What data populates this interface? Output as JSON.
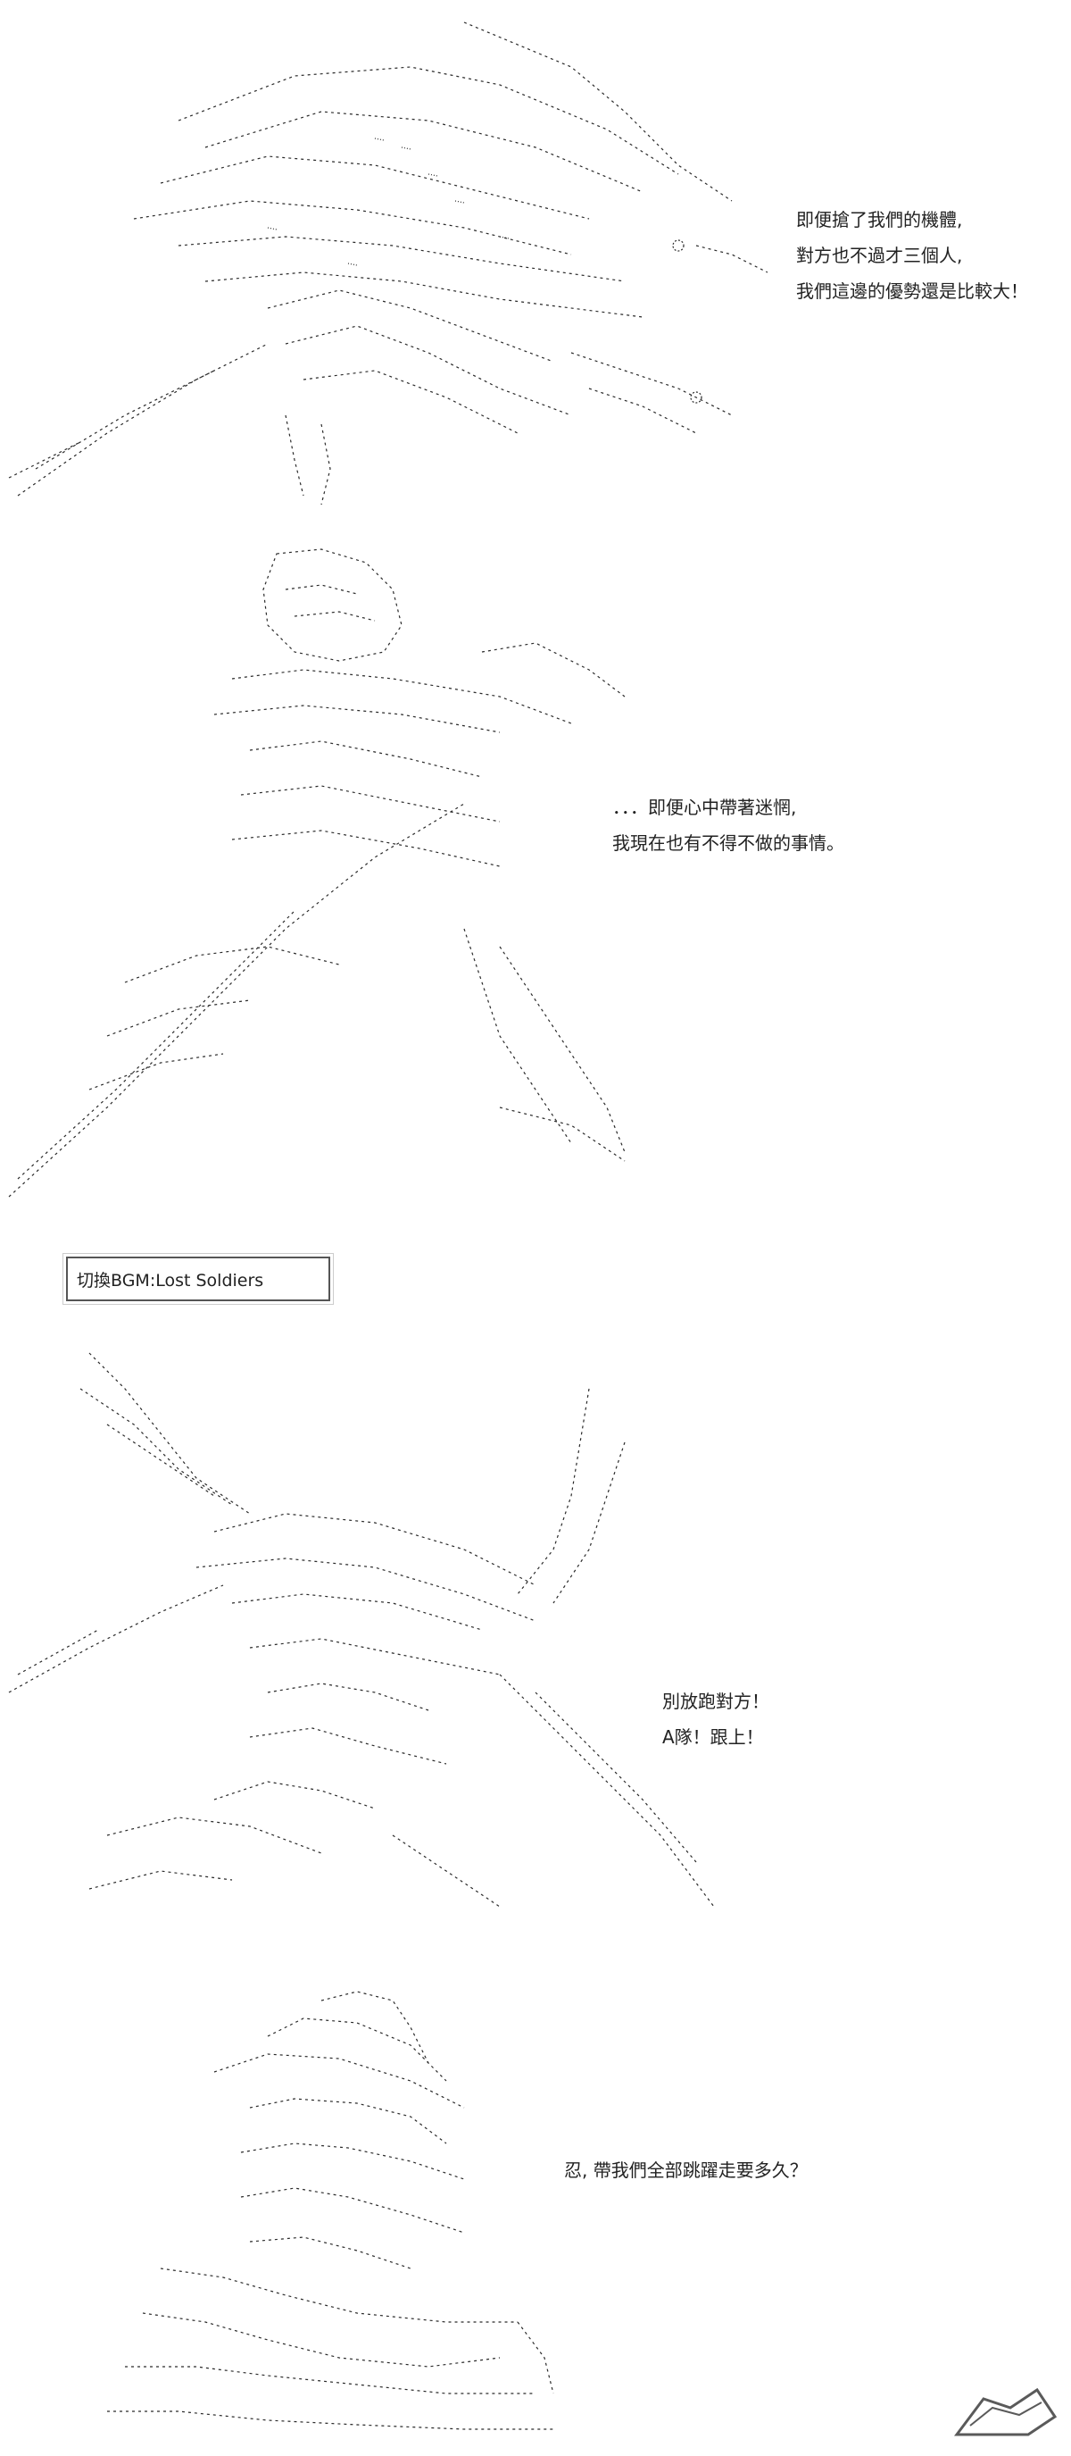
{
  "panels": [
    {
      "id": "panel1",
      "art": "mecha-wings-ascii-art",
      "lines": [
        "即便搶了我們的機體,",
        "對方也不過才三個人,",
        "我們這邊的優勢還是比較大！"
      ]
    },
    {
      "id": "panel2",
      "art": "warrior-with-spear-ascii-art",
      "lines": [
        "．．．即便心中帶著迷惘,",
        "我現在也有不得不做的事情。"
      ]
    },
    {
      "id": "panel3",
      "art": "winged-mecha-ascii-art",
      "lines": [
        "別放跑對方！",
        "A隊！跟上！"
      ]
    },
    {
      "id": "panel4",
      "art": "character-bust-ascii-art",
      "lines": [
        "忍, 帶我們全部跳躍走要多久？"
      ]
    }
  ],
  "bgm_label": "切換BGM:Lost  Soldiers",
  "colors": {
    "art_stroke": "#2a2a2a",
    "text": "#222222",
    "watermark": "#5a5a5a"
  },
  "watermark_icon": "dm5-logo"
}
